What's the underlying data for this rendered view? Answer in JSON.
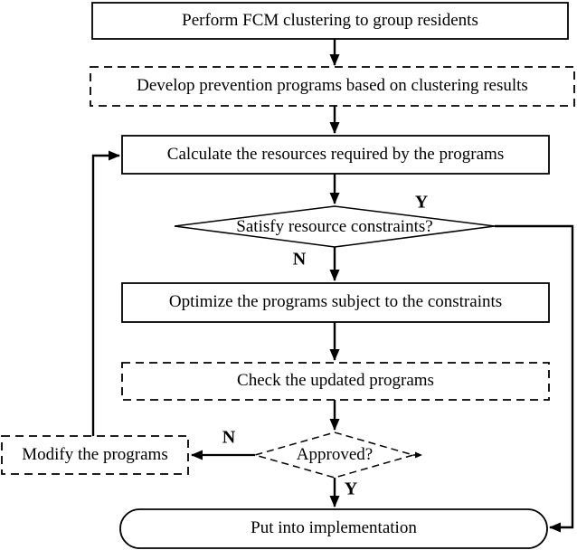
{
  "figure": {
    "type": "flowchart",
    "background_color": "#ffffff",
    "line_color": "#000000",
    "nodes": {
      "perform": {
        "label": "Perform FCM clustering to group residents",
        "shape": "rectangle",
        "border": "solid"
      },
      "develop": {
        "label": "Develop prevention programs based on clustering results",
        "shape": "rectangle",
        "border": "dashed"
      },
      "calculate": {
        "label": "Calculate the resources required by the programs",
        "shape": "rectangle",
        "border": "solid"
      },
      "satisfy": {
        "label": "Satisfy resource constraints?",
        "shape": "diamond",
        "border": "solid"
      },
      "optimize": {
        "label": "Optimize the programs subject to the constraints",
        "shape": "rectangle",
        "border": "solid"
      },
      "check": {
        "label": "Check the updated programs",
        "shape": "rectangle",
        "border": "dashed"
      },
      "approved": {
        "label": "Approved?",
        "shape": "diamond",
        "border": "dashed"
      },
      "modify": {
        "label": "Modify the programs",
        "shape": "rectangle",
        "border": "dashed"
      },
      "implement": {
        "label": "Put into implementation",
        "shape": "stadium",
        "border": "solid"
      }
    },
    "edge_labels": {
      "satisfy_yes": "Y",
      "satisfy_no": "N",
      "approved_no": "N",
      "approved_yes": "Y"
    }
  }
}
